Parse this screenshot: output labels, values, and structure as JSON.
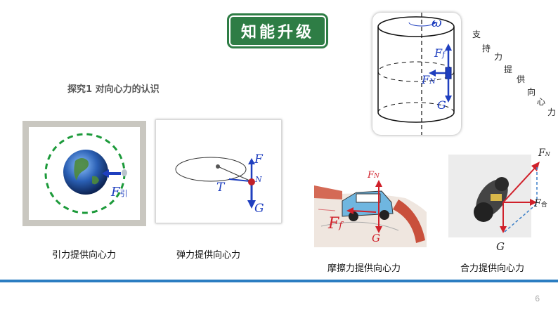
{
  "header": {
    "badge": "知能升级"
  },
  "section": {
    "title": "探究1   对向心力的认识"
  },
  "captions": {
    "gravity": "引力提供向心力",
    "elastic": "弹力提供向心力",
    "friction": "摩擦力提供向心力",
    "resultant": "合力提供向心力"
  },
  "labels": {
    "f_yin": "F",
    "f_yin_sub": "引",
    "rope_F": "F",
    "rope_N": "N",
    "rope_T": "T",
    "rope_G": "G",
    "car_FN": "F",
    "car_FN_sub": "N",
    "car_Ff": "F",
    "car_Ff_sub": "f",
    "car_G": "G",
    "moto_FN": "F",
    "moto_FN_sub": "N",
    "moto_F": "F",
    "moto_F_sub": "合",
    "moto_G": "G",
    "cyl_omega": "ω",
    "cyl_Ff": "F",
    "cyl_Ff_sub": "f",
    "cyl_FN": "F",
    "cyl_FN_sub": "N",
    "cyl_G": "G"
  },
  "diagonal_text": [
    "支",
    "持",
    "力",
    "提",
    "供",
    "向",
    "心",
    "力"
  ],
  "footer": {
    "page_number": "6"
  },
  "colors": {
    "badge_green": "#2e7d45",
    "arrow_blue": "#1f3fbf",
    "arrow_red": "#d0202a",
    "rule_blue": "#2b7dc1"
  }
}
